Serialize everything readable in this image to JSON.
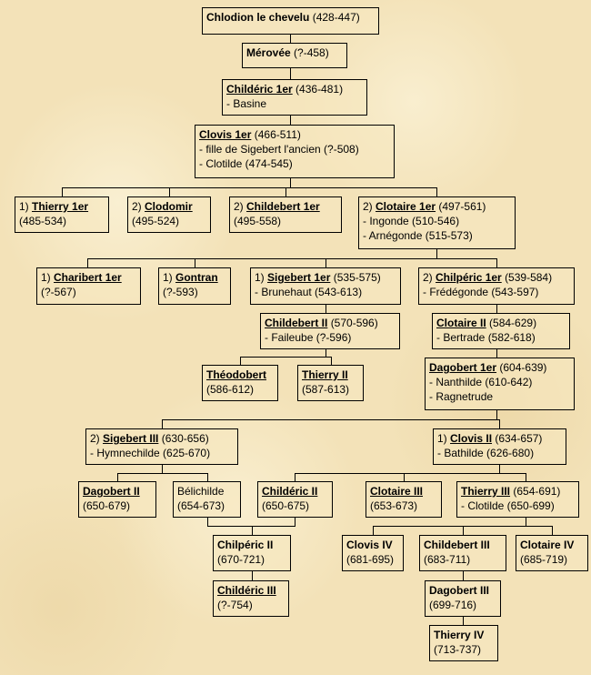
{
  "people": {
    "chlodion": {
      "name": "Chlodion le chevelu",
      "dates": "(428-447)"
    },
    "merovee": {
      "name": "Mérovée",
      "dates": "(?-458)"
    },
    "childeric1": {
      "name": "Childéric 1er",
      "dates": "(436-481)",
      "spouses": [
        "- Basine"
      ]
    },
    "clovis1": {
      "name": "Clovis 1er",
      "dates": "(466-511)",
      "spouses": [
        "- fille de Sigebert l'ancien (?-508)",
        "- Clotilde (474-545)"
      ]
    },
    "thierry1": {
      "prefix": "1)",
      "name": "Thierry 1er",
      "dates": "(485-534)"
    },
    "clodomir": {
      "prefix": "2)",
      "name": "Clodomir",
      "dates": "(495-524)"
    },
    "childebert1": {
      "prefix": "2)",
      "name": "Childebert 1er",
      "dates": "(495-558)"
    },
    "clotaire1": {
      "prefix": "2)",
      "name": "Clotaire 1er",
      "dates": "(497-561)",
      "spouses": [
        "- Ingonde (510-546)",
        "- Arnégonde (515-573)"
      ]
    },
    "charibert1": {
      "prefix": "1)",
      "name": "Charibert 1er",
      "dates": "(?-567)"
    },
    "gontran": {
      "prefix": "1)",
      "name": "Gontran",
      "dates": "(?-593)"
    },
    "sigebert1": {
      "prefix": "1)",
      "name": "Sigebert 1er",
      "dates": "(535-575)",
      "spouses": [
        "- Brunehaut (543-613)"
      ]
    },
    "chilperic1": {
      "prefix": "2)",
      "name": "Chilpéric 1er",
      "dates": "(539-584)",
      "spouses": [
        "- Frédégonde (543-597)"
      ]
    },
    "childebert2": {
      "name": "Childebert II",
      "dates": "(570-596)",
      "spouses": [
        "- Faileube (?-596)"
      ]
    },
    "clotaire2": {
      "name": "Clotaire II",
      "dates": "(584-629)",
      "spouses": [
        "- Bertrade (582-618)"
      ]
    },
    "theodobert": {
      "name": "Théodobert",
      "dates": "(586-612)"
    },
    "thierry2": {
      "name": "Thierry II",
      "dates": "(587-613)"
    },
    "dagobert1": {
      "name": "Dagobert 1er",
      "dates": "(604-639)",
      "spouses": [
        "- Nanthilde (610-642)",
        "- Ragnetrude"
      ]
    },
    "sigebert3": {
      "prefix": "2)",
      "name": "Sigebert III",
      "dates": "(630-656)",
      "spouses": [
        "- Hymnechilde (625-670)"
      ]
    },
    "clovis2": {
      "prefix": "1)",
      "name": "Clovis II",
      "dates": "(634-657)",
      "spouses": [
        "- Bathilde (626-680)"
      ]
    },
    "dagobert2": {
      "name": "Dagobert II",
      "dates": "(650-679)"
    },
    "belichilde": {
      "name": "Bélichilde",
      "dates": "(654-673)"
    },
    "childeric2": {
      "name": "Childéric II",
      "dates": "(650-675)"
    },
    "clotaire3": {
      "name": "Clotaire III",
      "dates": "(653-673)"
    },
    "thierry3": {
      "name": "Thierry III",
      "dates": "(654-691)",
      "spouses": [
        "- Clotilde (650-699)"
      ]
    },
    "chilperic2": {
      "name": "Chilpéric II",
      "dates": "(670-721)"
    },
    "childeric3": {
      "name": "Childéric III",
      "dates": "(?-754)"
    },
    "clovis4": {
      "name": "Clovis IV",
      "dates": "(681-695)"
    },
    "childebert3": {
      "name": "Childebert III",
      "dates": "(683-711)"
    },
    "clotaire4": {
      "name": "Clotaire IV",
      "dates": "(685-719)"
    },
    "dagobert3": {
      "name": "Dagobert III",
      "dates": "(699-716)"
    },
    "thierry4": {
      "name": "Thierry IV",
      "dates": "(713-737)"
    }
  }
}
